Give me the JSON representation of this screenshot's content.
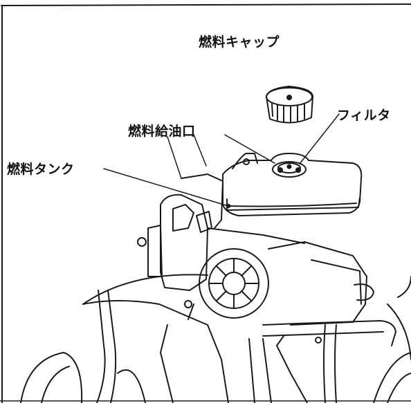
{
  "labels": {
    "fuel_cap": "燃料キャップ",
    "filter": "フィルタ",
    "fuel_filler_port": "燃料給油口",
    "fuel_tank": "燃料タンク"
  },
  "colors": {
    "line": "#1a1a1a",
    "background": "#ffffff"
  }
}
